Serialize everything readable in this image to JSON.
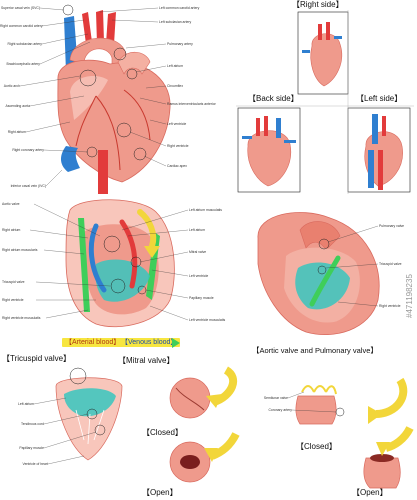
{
  "colors": {
    "heart": "#ef9a8c",
    "heart_light": "#f8c6bb",
    "heart_dark": "#d96a5e",
    "artery": "#e23b3b",
    "vein": "#2f7fd0",
    "valve_teal": "#37c6be",
    "muscle_green": "#3fce5a",
    "arrow_yellow": "#f2d63a",
    "label_bg": "#f7e640"
  },
  "front_view": {
    "labels_left": [
      "Superior caval vein (SVC)",
      "Right common carotid artery",
      "Right subclavian artery",
      "Brachiocephalic artery",
      "Aortic arch",
      "Ascending aorta",
      "Right atrium",
      "Right coronary artery",
      "Inferior caval vein (IVC)"
    ],
    "labels_right": [
      "Left common carotid artery",
      "Left subclavian artery",
      "Pulmonary artery",
      "Left atrium",
      "Circumflex",
      "Ramus interventricularis anterior",
      "Left ventricle",
      "Right ventricle",
      "Cardiac apex"
    ]
  },
  "views": {
    "right_side": "【Right side】",
    "back_side": "【Back side】",
    "left_side": "【Left side】"
  },
  "section_view": {
    "labels_left": [
      "Aortic valve",
      "Right atrium",
      "Right atrium muscularis",
      "Tricuspid valve",
      "Right ventricle",
      "Right ventricle musculatis"
    ],
    "labels_right": [
      "Left atrium musculatis",
      "Left atrium",
      "Mitral valve",
      "Left ventricle",
      "Papillary muscle",
      "Left ventricle musculatis"
    ],
    "arterial_blood": "【Arterial blood】",
    "venous_blood": "【Venous blood】"
  },
  "pulmonary_view": {
    "labels": [
      "Pulmonary valve",
      "Tricuspid valve",
      "Right ventricle"
    ],
    "title": "【Aortic valve and Pulmonary valve】"
  },
  "tricuspid": {
    "title": "【Tricuspid valve】",
    "labels": [
      "Left atrium",
      "Tendinous cord",
      "Papillary muscle",
      "Ventricle of heart"
    ]
  },
  "mitral": {
    "title": "【Mitral valve】",
    "closed": "【Closed】",
    "open": "【Open】"
  },
  "semilunar": {
    "labels": [
      "Semilunar valve",
      "Coronary artery"
    ],
    "closed": "【Closed】",
    "open": "【Open】"
  },
  "watermark": "#471198235"
}
